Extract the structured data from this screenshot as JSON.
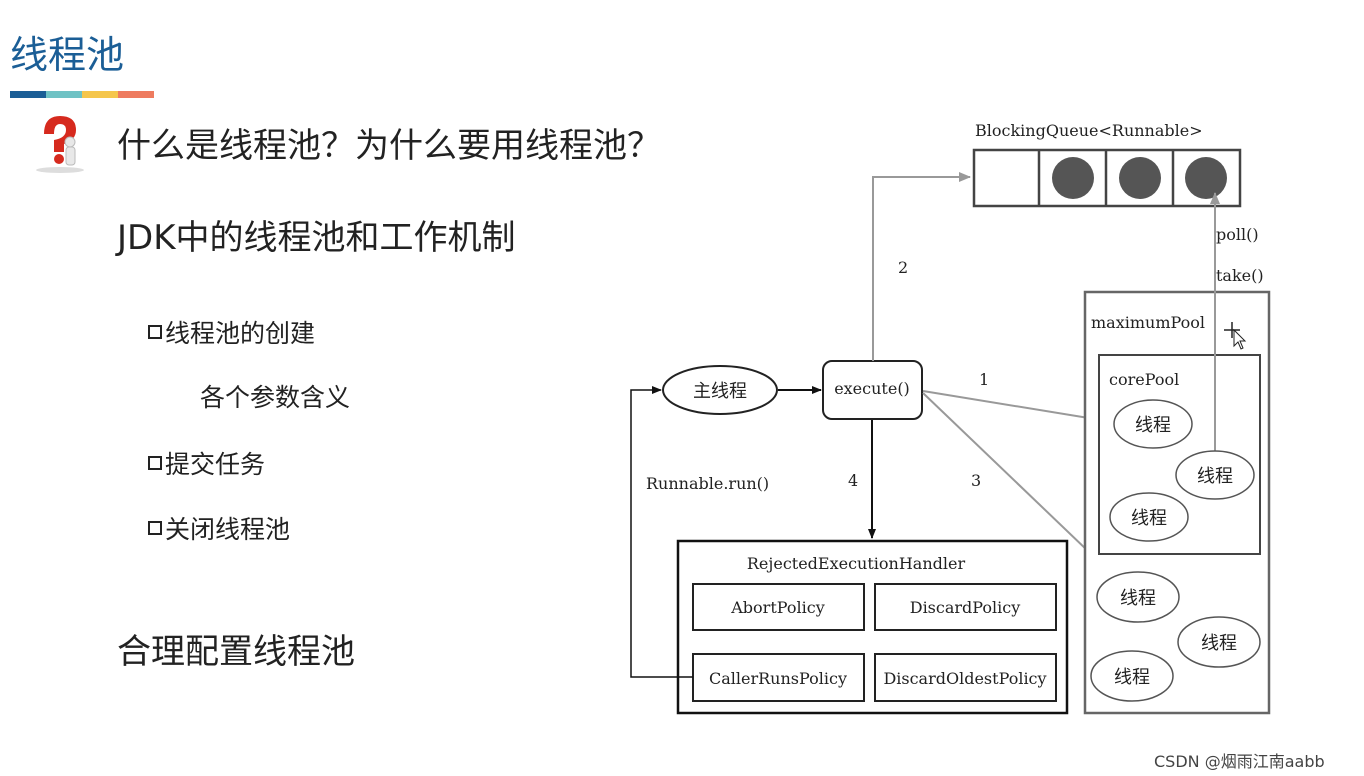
{
  "page": {
    "title": "线程池",
    "accent_colors": [
      "#1b5e96",
      "#6fc2c4",
      "#f5c64c",
      "#ee7b5f"
    ]
  },
  "outline": {
    "question_icon": "question-mark-person-icon",
    "q1": "什么是线程池？为什么要用线程池？",
    "q2": "JDK中的线程池和工作机制",
    "items": [
      {
        "label": "线程池的创建",
        "sub": "各个参数含义"
      },
      {
        "label": "提交任务"
      },
      {
        "label": "关闭线程池"
      }
    ],
    "q3": "合理配置线程池"
  },
  "diagram": {
    "queue_label": "BlockingQueue<Runnable>",
    "main_thread": "主线程",
    "execute": "execute()",
    "run": "Runnable.run()",
    "poll": "poll()",
    "take": "take()",
    "maximum_pool": "maximumPool",
    "core_pool": "corePool",
    "thread": "线程",
    "handler": "RejectedExecutionHandler",
    "policies": [
      "AbortPolicy",
      "DiscardPolicy",
      "CallerRunsPolicy",
      "DiscardOldestPolicy"
    ],
    "steps": [
      "1",
      "2",
      "3",
      "4"
    ]
  },
  "watermark": "CSDN @烟雨江南aabb"
}
